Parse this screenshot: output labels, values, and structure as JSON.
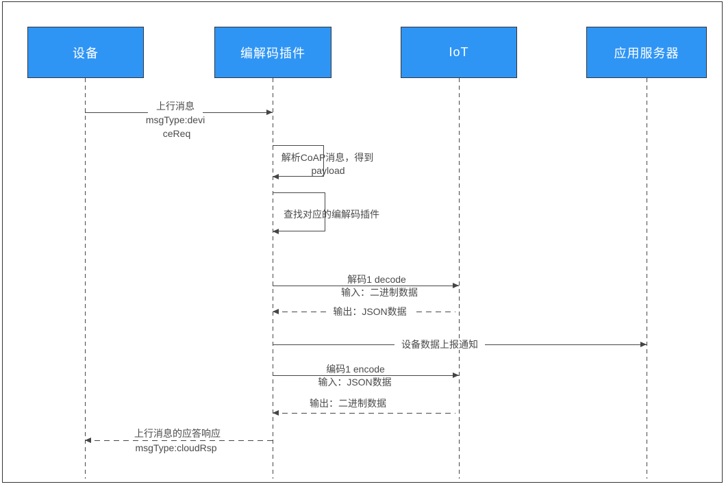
{
  "actors": [
    {
      "label": "设备"
    },
    {
      "label": "编解码插件"
    },
    {
      "label": "IoT"
    },
    {
      "label": "应用服务器"
    }
  ],
  "messages": {
    "uplink": {
      "line1": "上行消息",
      "line2": "msgType:devi",
      "line3": "ceReq"
    },
    "parse_coap": {
      "line1": "解析CoAP消息，得到",
      "line2": "payload"
    },
    "find_plugin": {
      "line1": "查找对应的编解码插件"
    },
    "decode": {
      "line1": "解码1 decode",
      "line2": "输入：二进制数据"
    },
    "decode_output": {
      "line1": "输出：JSON数据"
    },
    "report_notify": {
      "line1": "设备数据上报通知"
    },
    "encode": {
      "line1": "编码1 encode",
      "line2": "输入：JSON数据"
    },
    "encode_output": {
      "line1": "输出：二进制数据"
    },
    "uplink_response": {
      "line1": "上行消息的应答响应",
      "line2": "msgType:cloudRsp"
    }
  },
  "colors": {
    "actor_fill": "#2F95F5",
    "actor_border": "#333333",
    "line": "#454545",
    "label_text": "#4A4A4A",
    "background": "#FFFFFF"
  }
}
